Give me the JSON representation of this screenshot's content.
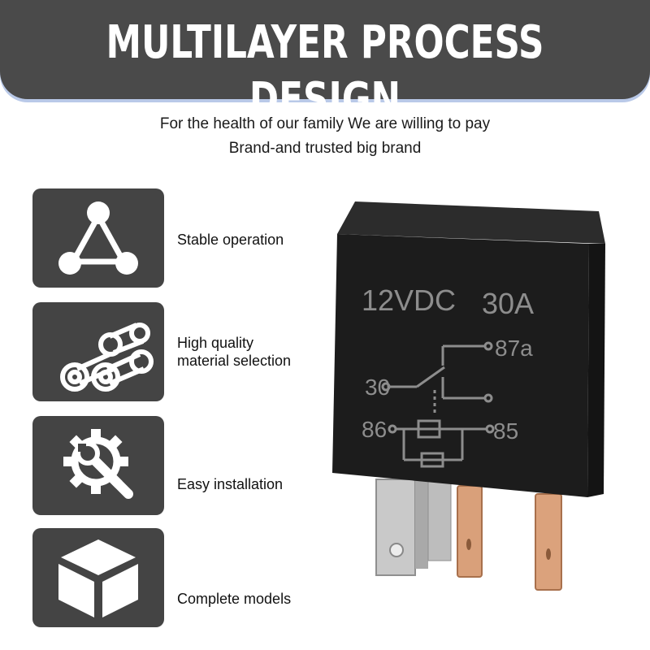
{
  "banner": {
    "title": "MULTILAYER PROCESS DESIGN"
  },
  "intro": {
    "line1": "For the health of our family We are willing to pay",
    "line2": "Brand-and trusted big brand"
  },
  "features": [
    {
      "icon": "triangle-nodes-icon",
      "label": "Stable operation"
    },
    {
      "icon": "material-rolls-icon",
      "label_line1": "High quality",
      "label_line2": "material selection"
    },
    {
      "icon": "gear-wrench-icon",
      "label": "Easy installation"
    },
    {
      "icon": "cube-icon",
      "label": "Complete models"
    }
  ],
  "relay": {
    "voltage": "12VDC",
    "current": "30A",
    "pins": {
      "p87a": "87a",
      "p30": "30",
      "p86": "86",
      "p85": "85"
    }
  },
  "colors": {
    "banner": "#4a4a4a",
    "tile": "#444444",
    "relay_body": "#1c1c1c",
    "terminal_copper": "#d9a07a"
  }
}
